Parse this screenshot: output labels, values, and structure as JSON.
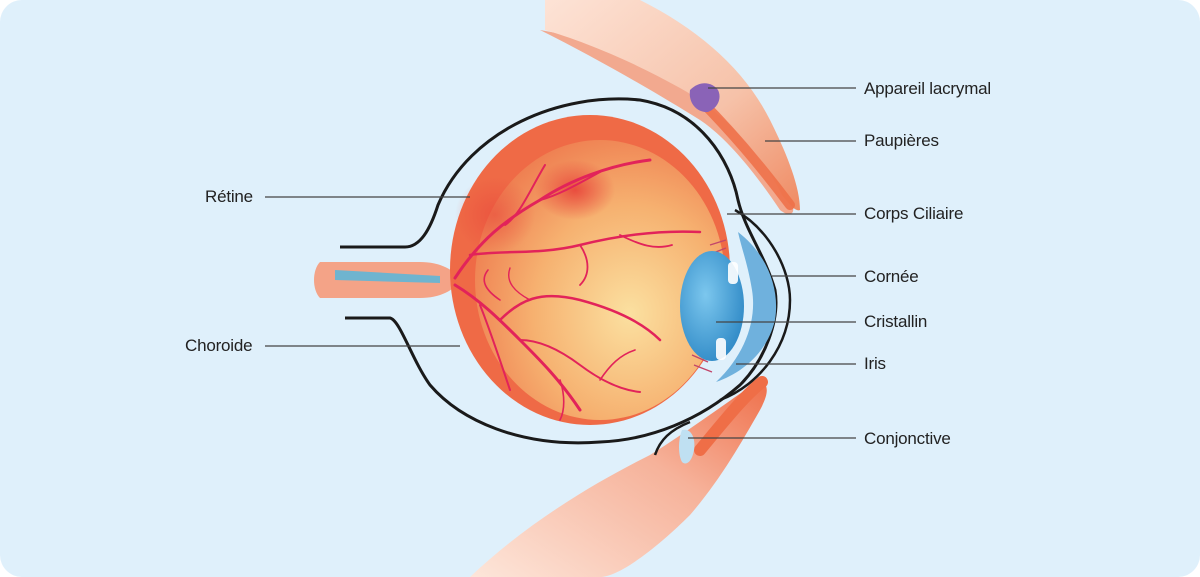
{
  "labels": {
    "appareil_lacrymal": "Appareil lacrymal",
    "paupieres": "Paupières",
    "corps_ciliaire": "Corps Ciliaire",
    "cornee": "Cornée",
    "cristallin": "Cristallin",
    "iris": "Iris",
    "conjonctive": "Conjonctive",
    "retine": "Rétine",
    "choroide": "Choroide"
  },
  "colors": {
    "background": "#dff0fb",
    "skin": "#f7c9b4",
    "eyeball_outer": "#ee6a48",
    "eyeball_inner": "#f6b170",
    "vessels": "#e2235a",
    "lens": "#3da0d6",
    "lacrimal_gland": "#8a63b7",
    "outline": "#1a1a1a"
  }
}
